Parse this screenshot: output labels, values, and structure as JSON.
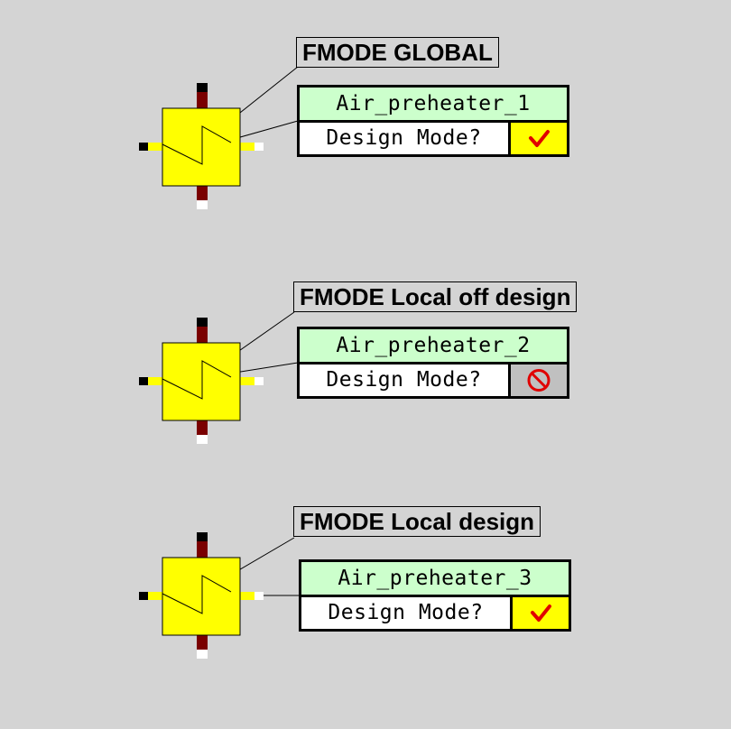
{
  "diagram": {
    "blocks": [
      {
        "callout": "FMODE  GLOBAL",
        "title": "Air_preheater_1",
        "mode_label": "Design Mode?",
        "mode_state": "checked",
        "mode_icon": "checkmark-icon"
      },
      {
        "callout": "FMODE  Local off design",
        "title": "Air_preheater_2",
        "mode_label": "Design Mode?",
        "mode_state": "prohibited",
        "mode_icon": "prohibited-icon"
      },
      {
        "callout": "FMODE  Local design",
        "title": "Air_preheater_3",
        "mode_label": "Design Mode?",
        "mode_state": "checked",
        "mode_icon": "checkmark-icon"
      }
    ]
  },
  "colors": {
    "background": "#d4d4d4",
    "component_fill": "#ffff00",
    "port_dark_red": "#7a0000",
    "panel_title_bg": "#ccffcc",
    "checked_bg": "#ffff00",
    "prohibited_bg": "#c0c0c0",
    "check_mark": "#e00000",
    "prohibited_mark": "#e00000"
  }
}
